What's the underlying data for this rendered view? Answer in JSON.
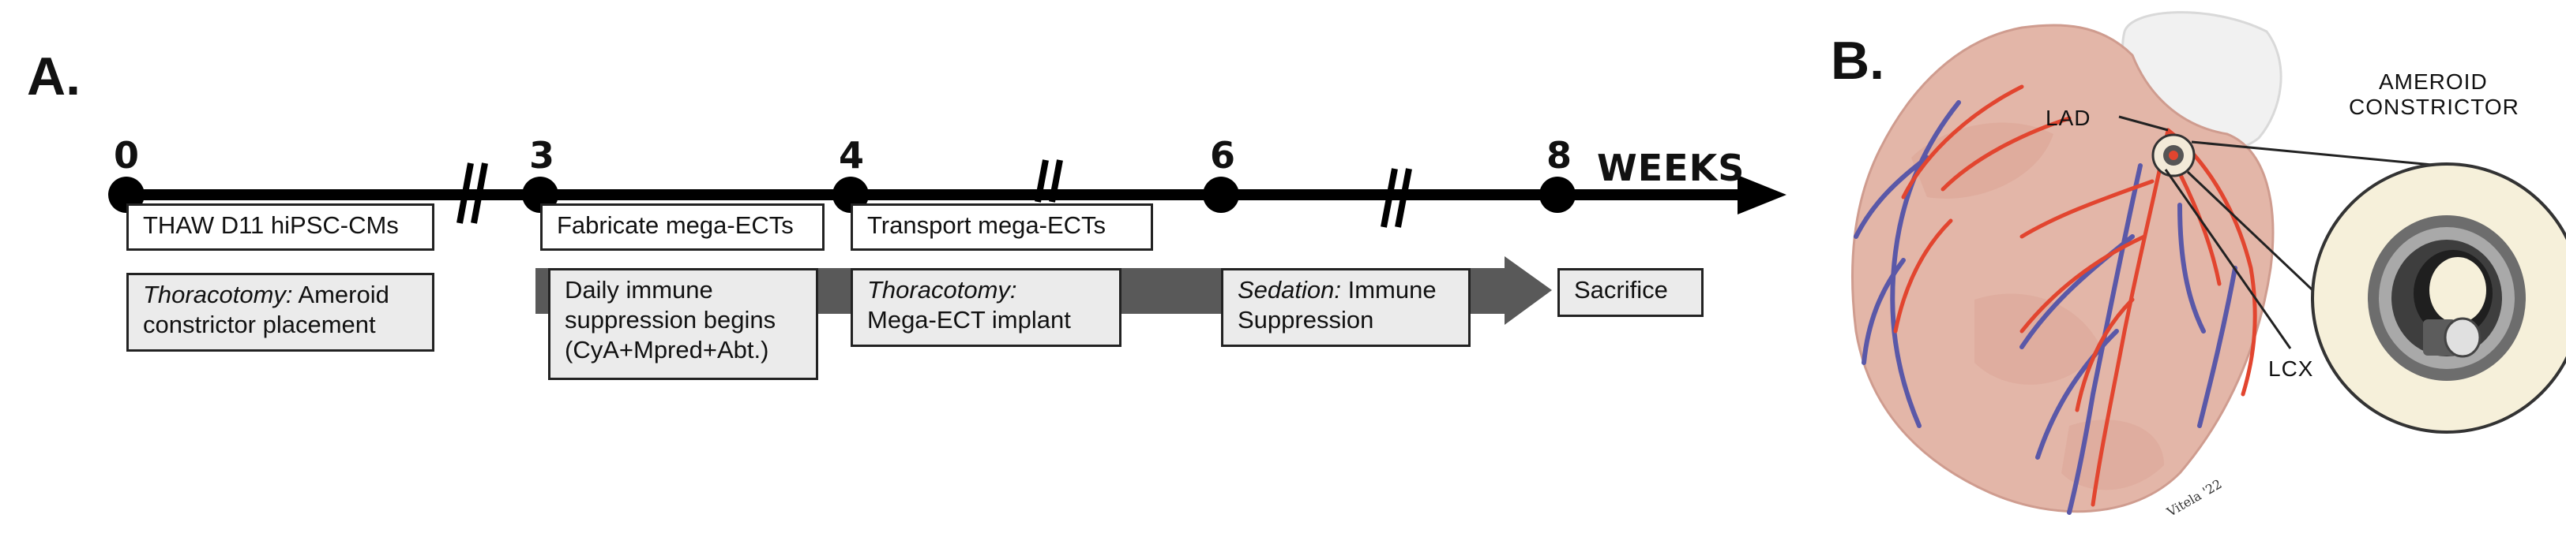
{
  "panel_a": {
    "label": "A.",
    "weeks": [
      "0",
      "3",
      "4",
      "6",
      "8"
    ],
    "axis_unit": "WEEKS",
    "boxes_top": {
      "thaw": "THAW D11 hiPSC-CMs",
      "fabricate": "Fabricate mega-ECTs",
      "transport": "Transport mega-ECTs"
    },
    "boxes_bottom": {
      "ameroid_italic": "Thoracotomy:",
      "ameroid_rest_1": " Ameroid",
      "ameroid_rest_2": "constrictor placement",
      "immune_1": "Daily immune",
      "immune_2": "suppression begins",
      "immune_3": "(CyA+Mpred+Abt.)",
      "implant_italic": "Thoracotomy:",
      "implant_rest": "Mega-ECT implant",
      "sedation_italic": "Sedation:",
      "sedation_rest_1": " Immune",
      "sedation_rest_2": "Suppression",
      "sacrifice": "Sacrifice"
    }
  },
  "panel_b": {
    "label": "B.",
    "lad": "LAD",
    "lcx": "LCX",
    "constrictor_1": "AMEROID",
    "constrictor_2": "CONSTRICTOR",
    "signature": "Vitela '22"
  },
  "colors": {
    "timeline": "#000000",
    "arrow_band": "#595959",
    "heart": "#e3b6a8",
    "artery": "#e2452f",
    "vein": "#5a58a8"
  }
}
